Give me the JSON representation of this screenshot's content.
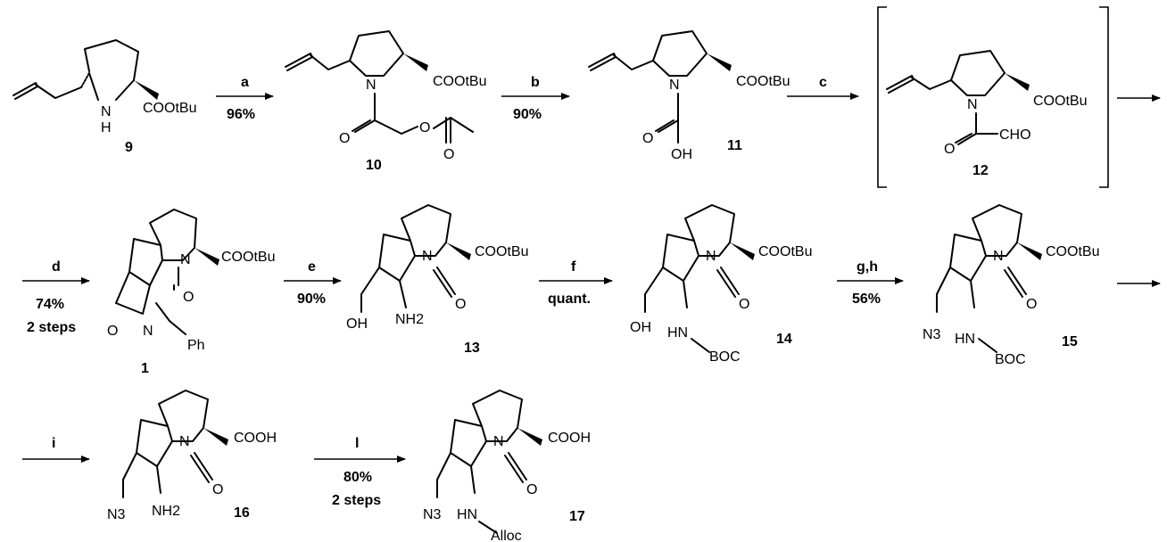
{
  "compounds": {
    "c9": {
      "number": "9",
      "ester": "COOtBu",
      "nh": "N",
      "nh2": "H"
    },
    "c10": {
      "number": "10",
      "ester": "COOtBu",
      "n": "N",
      "o1": "O",
      "o2": "O",
      "o3": "O"
    },
    "c11": {
      "number": "11",
      "ester": "COOtBu",
      "n": "N",
      "o1": "O",
      "oh": "OH"
    },
    "c12": {
      "number": "12",
      "ester": "COOtBu",
      "n": "N",
      "o1": "O",
      "cho": "CHO"
    },
    "c1": {
      "number": "1",
      "ester": "COOtBu",
      "n": "N",
      "o1": "O",
      "o2": "O",
      "n2": "N",
      "ph": "Ph"
    },
    "c13": {
      "number": "13",
      "ester": "COOtBu",
      "n": "N",
      "o1": "O",
      "oh": "OH",
      "nh2": "NH2"
    },
    "c14": {
      "number": "14",
      "ester": "COOtBu",
      "n": "N",
      "o1": "O",
      "oh": "OH",
      "hn": "HN",
      "boc": "BOC"
    },
    "c15": {
      "number": "15",
      "ester": "COOtBu",
      "n": "N",
      "o1": "O",
      "n3": "N3",
      "hn": "HN",
      "boc": "BOC"
    },
    "c16": {
      "number": "16",
      "acid": "COOH",
      "n": "N",
      "o1": "O",
      "n3": "N3",
      "nh2": "NH2"
    },
    "c17": {
      "number": "17",
      "acid": "COOH",
      "n": "N",
      "o1": "O",
      "n3": "N3",
      "hn": "HN",
      "alloc": "Alloc"
    }
  },
  "steps": [
    {
      "reagent": "a",
      "yield": "96%",
      "extra": ""
    },
    {
      "reagent": "b",
      "yield": "90%",
      "extra": ""
    },
    {
      "reagent": "c",
      "yield": "",
      "extra": ""
    },
    {
      "reagent": "d",
      "yield": "74%",
      "extra": "2 steps"
    },
    {
      "reagent": "e",
      "yield": "90%",
      "extra": ""
    },
    {
      "reagent": "f",
      "yield": "quant.",
      "extra": ""
    },
    {
      "reagent": "g,h",
      "yield": "56%",
      "extra": ""
    },
    {
      "reagent": "i",
      "yield": "",
      "extra": ""
    },
    {
      "reagent": "l",
      "yield": "80%",
      "extra": "2 steps"
    }
  ]
}
